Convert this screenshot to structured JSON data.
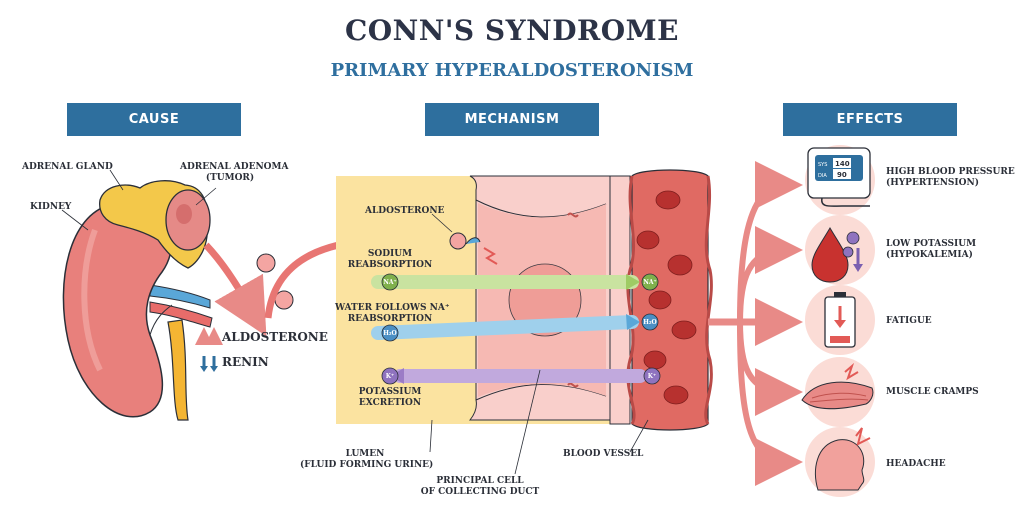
{
  "title": "CONN'S SYNDROME",
  "subtitle": "PRIMARY HYPERALDOSTERONISM",
  "headers": {
    "cause": "CAUSE",
    "mechanism": "MECHANISM",
    "effects": "EFFECTS"
  },
  "cause": {
    "adrenal_gland": "ADRENAL GLAND",
    "adrenal_adenoma": "ADRENAL ADENOMA",
    "tumor": "(TUMOR)",
    "kidney": "KIDNEY",
    "aldosterone": "ALDOSTERONE",
    "renin": "RENIN"
  },
  "mechanism": {
    "aldosterone": "ALDOSTERONE",
    "sodium_1": "SODIUM",
    "sodium_2": "REABSORPTION",
    "water_1": "WATER FOLLOWS NA⁺",
    "water_2": "REABSORPTION",
    "potassium_1": "POTASSIUM",
    "potassium_2": "EXCRETION",
    "lumen_1": "LUMEN",
    "lumen_2": "(FLUID FORMING URINE)",
    "principal_1": "PRINCIPAL CELL",
    "principal_2": "OF COLLECTING DUCT",
    "blood_vessel": "BLOOD VESSEL",
    "ion_na": "NA⁺",
    "ion_h2o": "H₂O",
    "ion_k": "K⁺"
  },
  "effects": {
    "bp_1": "HIGH BLOOD PRESSURE",
    "bp_2": "(HYPERTENSION)",
    "k_1": "LOW POTASSIUM",
    "k_2": "(HYPOKALEMIA)",
    "fatigue": "FATIGUE",
    "cramps": "MUSCLE CRAMPS",
    "headache": "HEADACHE",
    "monitor_sys": "SYS",
    "monitor_dia": "DIA",
    "monitor_sys_val": "140",
    "monitor_dia_val": "90"
  },
  "colors": {
    "header": "#2e6f9e",
    "arrow": "#e88a87",
    "lumen": "#fbe3a0",
    "vessel": "#e06a63"
  }
}
